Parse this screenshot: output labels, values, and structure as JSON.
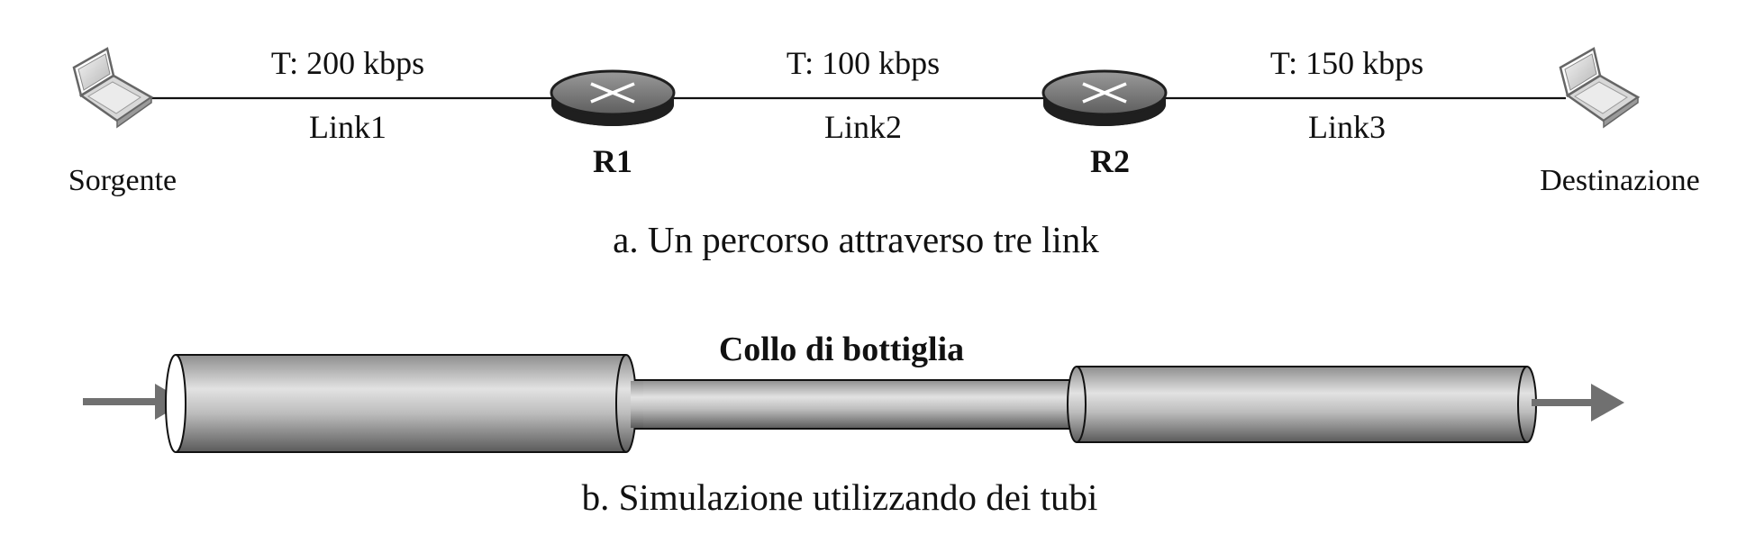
{
  "part_a": {
    "caption": "a. Un percorso attraverso tre link",
    "source_label": "Sorgente",
    "destination_label": "Destinazione",
    "routers": [
      {
        "label": "R1"
      },
      {
        "label": "R2"
      }
    ],
    "links": [
      {
        "throughput": "T: 200 kbps",
        "name": "Link1"
      },
      {
        "throughput": "T: 100 kbps",
        "name": "Link2"
      },
      {
        "throughput": "T: 150 kbps",
        "name": "Link3"
      }
    ]
  },
  "part_b": {
    "bottleneck_label": "Collo di bottiglia",
    "caption": "b. Simulazione utilizzando dei tubi"
  }
}
